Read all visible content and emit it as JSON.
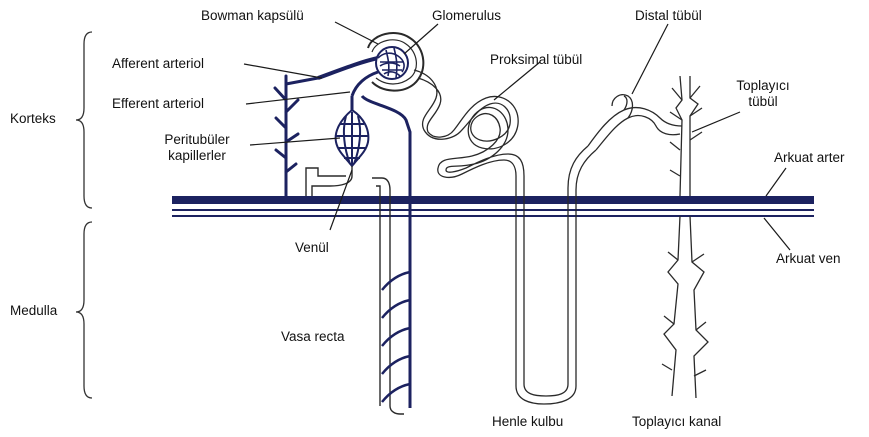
{
  "labels": {
    "bowman_capsule": "Bowman kapsülü",
    "glomerulus": "Glomerulus",
    "distal_tubule": "Distal tübül",
    "afferent_arteriole": "Afferent arteriol",
    "proximal_tubule": "Proksimal tübül",
    "collecting_tubule_1": "Toplayıcı",
    "collecting_tubule_2": "tübül",
    "efferent_arteriole": "Efferent arteriol",
    "cortex": "Korteks",
    "peritubular_1": "Peritubüler",
    "peritubular_2": "kapillerler",
    "arcuate_artery": "Arkuat arter",
    "venule": "Venül",
    "arcuate_vein": "Arkuat ven",
    "medulla": "Medulla",
    "vasa_recta": "Vasa recta",
    "loop_of_henle": "Henle kulbu",
    "collecting_duct": "Toplayıcı kanal"
  },
  "colors": {
    "vessel": "#1c2260",
    "outline": "#2a2a2a",
    "background": "#ffffff"
  }
}
